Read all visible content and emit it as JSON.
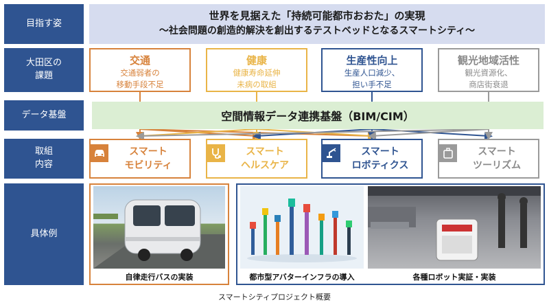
{
  "row_labels": {
    "vision": "目指す姿",
    "issues": "大田区の\n課題",
    "data": "データ基盤",
    "initiatives": "取組\n内容",
    "examples": "具体例"
  },
  "vision": {
    "title": "世界を見据えた「持続可能都市おおた」の実現",
    "subtitle": "～社会問題の創造的解決を創出するテストベッドとなるスマートシティ～"
  },
  "issues": [
    {
      "title": "交通",
      "desc": "交通弱者の\n移動手段不足"
    },
    {
      "title": "健康",
      "desc": "健康寿命延伸\n未病の取組"
    },
    {
      "title": "生産性向上",
      "desc": "生産人口減少、\n担い手不足"
    },
    {
      "title": "観光地域活性",
      "desc": "観光資源化、\n商店街衰退"
    }
  ],
  "platform": "空間情報データ連携基盤（BIM/CIM）",
  "initiatives": [
    {
      "label": "スマート\nモビリティ",
      "icon": "car-icon"
    },
    {
      "label": "スマート\nヘルスケア",
      "icon": "stethoscope-icon"
    },
    {
      "label": "スマート\nロボティクス",
      "icon": "robot-arm-icon"
    },
    {
      "label": "スマート\nツーリズム",
      "icon": "suitcase-icon"
    }
  ],
  "examples": [
    {
      "caption": "自律走行バスの実装",
      "image": "autonomous-bus-photo"
    },
    {
      "caption": "都市型アバターインフラの導入",
      "image": "avatar-robots-photo"
    },
    {
      "caption": "各種ロボット実証・実装",
      "image": "cleaning-robot-photo"
    }
  ],
  "footer": "スマートシティプロジェクト概要",
  "colors": {
    "navy": "#2f5491",
    "orange": "#d7823b",
    "yellow": "#e9b447",
    "gray": "#9a9a9a",
    "platform_green": "#dbeed3",
    "vision_bg": "#d6dcef"
  }
}
